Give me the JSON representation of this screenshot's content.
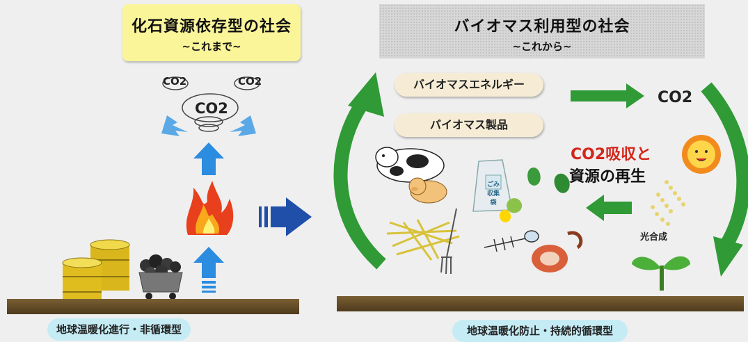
{
  "left": {
    "title": "化石資源依存型の社会",
    "subtitle": "~これまで~",
    "co2_labels": [
      "CO2",
      "CO2",
      "CO2"
    ],
    "footer": "地球温暖化進行・非循環型"
  },
  "right": {
    "title": "バイオマス利用型の社会",
    "subtitle": "~これから~",
    "energy_label": "バイオマスエネルギー",
    "products_label": "バイオマス製品",
    "co2_label": "CO2",
    "absorb_label": "CO2吸収と",
    "regen_label": "資源の再生",
    "photosynthesis_label": "光合成",
    "bag_label": "ごみ収集袋",
    "footer": "地球温暖化防止・持続的循環型"
  },
  "colors": {
    "green_arrow": "#2f9a36",
    "blue_arrow": "#2b7fd8",
    "ground": "#6b5128",
    "footer_bg": "#c5ecf5",
    "title_left_bg": "#fbf59a"
  }
}
